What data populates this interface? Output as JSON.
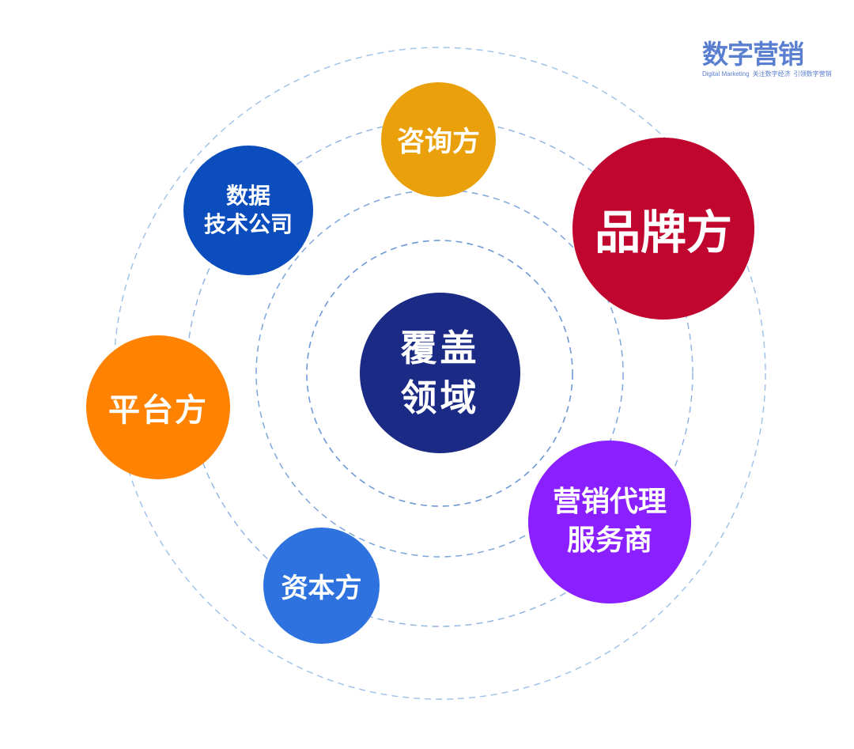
{
  "center": {
    "line1": "覆盖",
    "line2": "领域"
  },
  "nodes": {
    "consult": {
      "label": "咨询方",
      "color": "#e9a00a"
    },
    "brand": {
      "label": "品牌方",
      "color": "#c0052e"
    },
    "data_tech": {
      "line1": "数据",
      "line2": "技术公司",
      "color": "#0b4dbd"
    },
    "platform": {
      "label": "平台方",
      "color": "#ff8200"
    },
    "marketing_agency": {
      "line1": "营销代理",
      "line2": "服务商",
      "color": "#8a1fff"
    },
    "capital": {
      "label": "资本方",
      "color": "#2e72e0"
    }
  },
  "logo": {
    "title": "数字营销",
    "subtitle": "Digital Marketing",
    "tagline1": "关注数字经济",
    "tagline2": "引领数字营销"
  },
  "colors": {
    "center": "#1b2a84",
    "ring_stroke": "#7da6db",
    "logo": "#5a7ed0"
  }
}
